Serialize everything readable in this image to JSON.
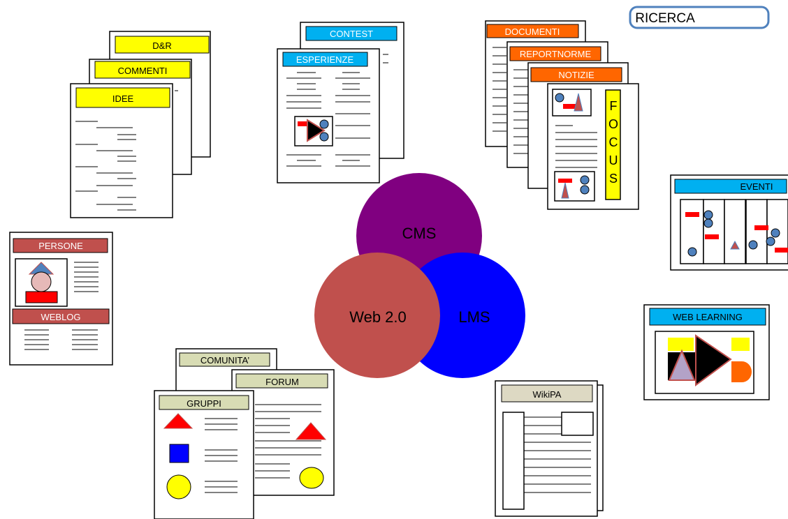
{
  "colors": {
    "cms": "#800080",
    "lms": "#0000ff",
    "web20": "#c0504d",
    "yellow": "#ffff00",
    "cyan": "#00b0f0",
    "orange": "#ff6600",
    "rose": "#c0504d",
    "khaki": "#d8dcb4"
  },
  "ricerca": {
    "label": "RICERCA"
  },
  "center": {
    "cms": "CMS",
    "lms": "LMS",
    "web20": "Web 2.0"
  },
  "groups": {
    "community": {
      "dr": "D&R",
      "commenti": "COMMENTI",
      "idee": "IDEE"
    },
    "experience": {
      "contest": "CONTEST",
      "esperienze": "ESPERIENZE"
    },
    "news": {
      "documenti": "DOCUMENTI",
      "reportnorme": "REPORTNORME",
      "notizie": "NOTIZIE",
      "focus": [
        "F",
        "O",
        "C",
        "U",
        "S"
      ]
    },
    "eventi": {
      "label": "EVENTI"
    },
    "persone": {
      "persone": "PERSONE",
      "weblog": "WEBLOG"
    },
    "weblearning": {
      "label": "WEB LEARNING"
    },
    "social": {
      "comunita": "COMUNITA’",
      "forum": "FORUM",
      "gruppi": "GRUPPI"
    },
    "wiki": {
      "label": "WikiPA"
    }
  }
}
